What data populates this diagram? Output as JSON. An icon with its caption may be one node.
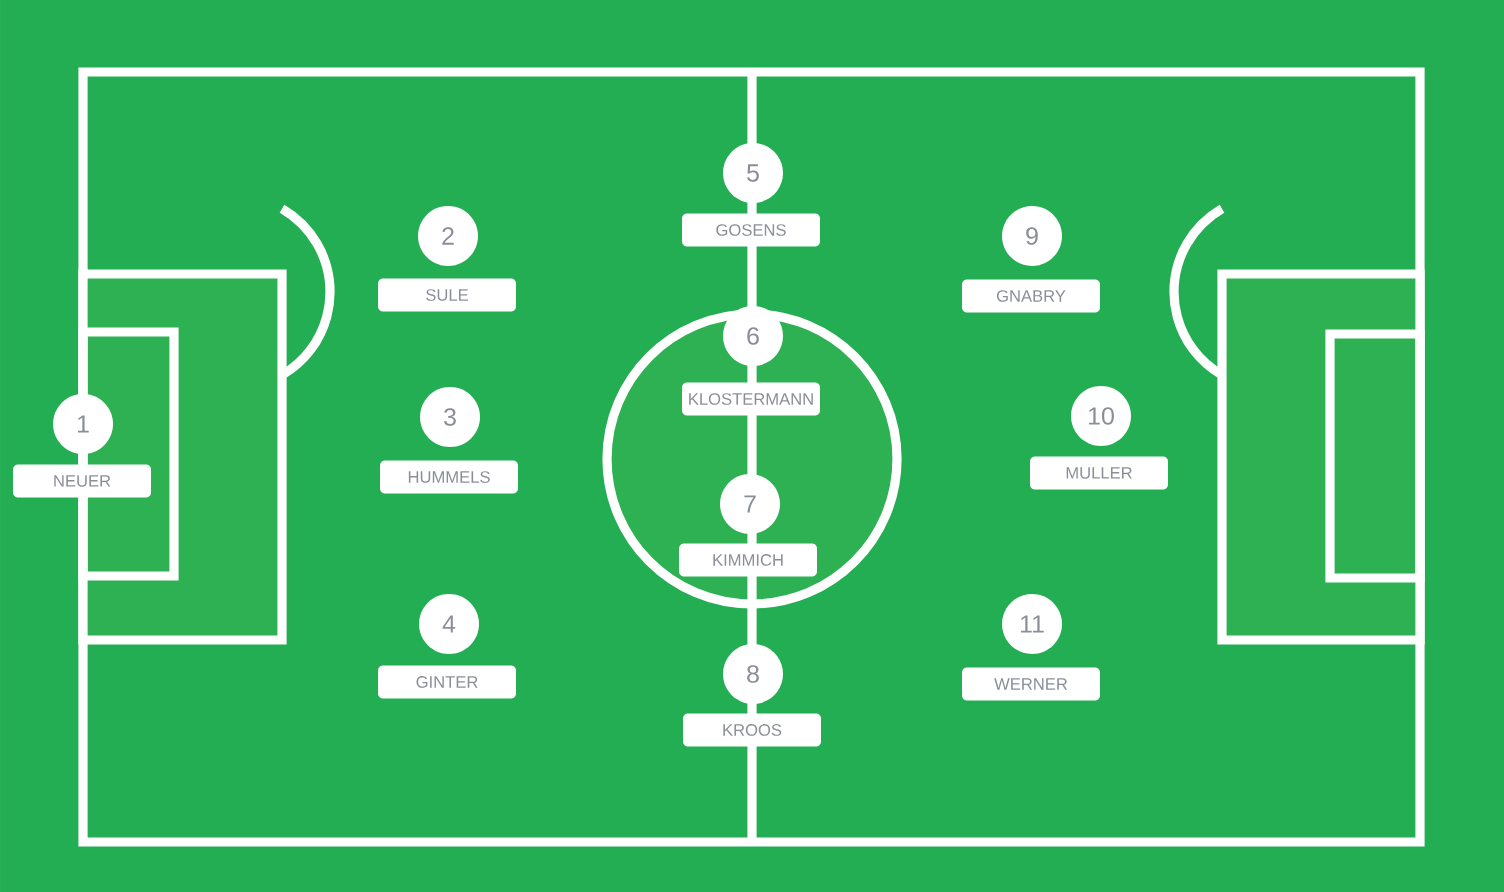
{
  "diagram": {
    "nodes": [
      {
        "text": [
          "1"
        ]
      },
      {
        "text": [
          "NEUER"
        ]
      },
      {
        "text": [
          "2"
        ]
      },
      {
        "text": [
          "SULE"
        ]
      },
      {
        "text": [
          "3"
        ]
      },
      {
        "text": [
          "HUMMELS"
        ]
      },
      {
        "text": [
          "4"
        ]
      },
      {
        "text": [
          "GINTER"
        ]
      },
      {
        "text": [
          "5"
        ]
      },
      {
        "text": [
          "GOSENS"
        ]
      },
      {
        "text": [
          "6"
        ]
      },
      {
        "text": [
          "KLOSTERMANN"
        ]
      },
      {
        "text": [
          "7"
        ]
      },
      {
        "text": [
          "KIMMICH"
        ]
      },
      {
        "text": [
          "8"
        ]
      },
      {
        "text": [
          "KROOS"
        ]
      },
      {
        "text": [
          "9"
        ]
      },
      {
        "text": [
          "GNABRY"
        ]
      },
      {
        "text": [
          "10"
        ]
      },
      {
        "text": [
          "MULLER"
        ]
      },
      {
        "text": [
          "11"
        ]
      },
      {
        "text": [
          "WERNER"
        ]
      }
    ]
  }
}
